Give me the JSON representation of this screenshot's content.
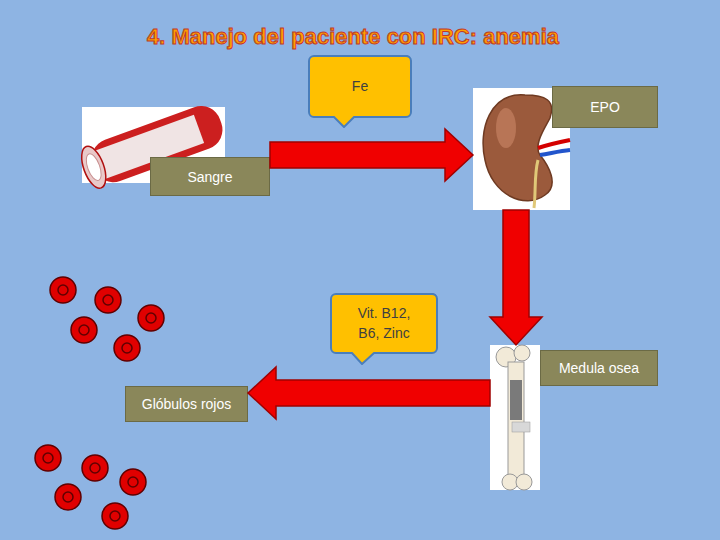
{
  "diagram": {
    "title": "4. Manejo del paciente con IRC: anemia",
    "nodes": [
      {
        "text": [
          "Fe"
        ]
      },
      {
        "text": [
          "EPO"
        ]
      },
      {
        "text": [
          "Sangre"
        ]
      },
      {
        "text": [
          "Vit. B12, B6, Zinc"
        ]
      },
      {
        "text": [
          "Medula osea"
        ]
      },
      {
        "text": [
          "Glóbulos rojos"
        ]
      }
    ],
    "edges": [
      {
        "from": 2,
        "to": 1,
        "arrow": "to"
      },
      {
        "from": 1,
        "to": 4,
        "arrow": "to"
      },
      {
        "from": 4,
        "to": 5,
        "arrow": "to"
      }
    ]
  }
}
